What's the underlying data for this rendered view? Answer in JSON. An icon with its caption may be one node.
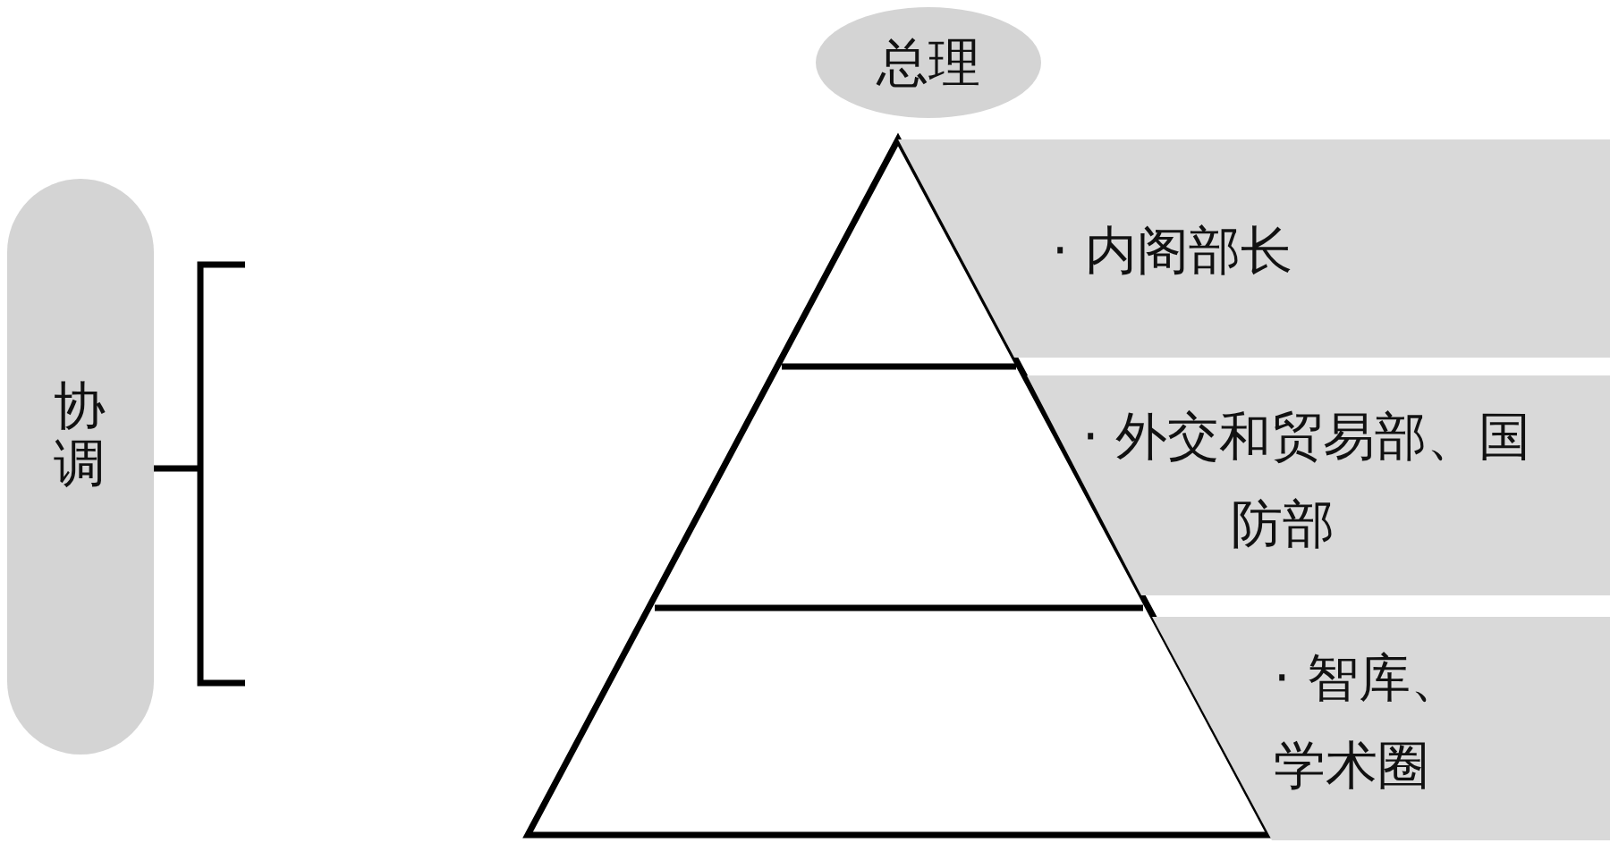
{
  "diagram": {
    "nodes": [
      {
        "text": [
          "总理"
        ]
      },
      {
        "text": [
          "· 内阁部长"
        ]
      },
      {
        "text": [
          "· 外交和贸易部、国防部"
        ]
      },
      {
        "text": [
          "· 智库、学术圈"
        ]
      },
      {
        "text": [
          "协调"
        ]
      }
    ]
  }
}
